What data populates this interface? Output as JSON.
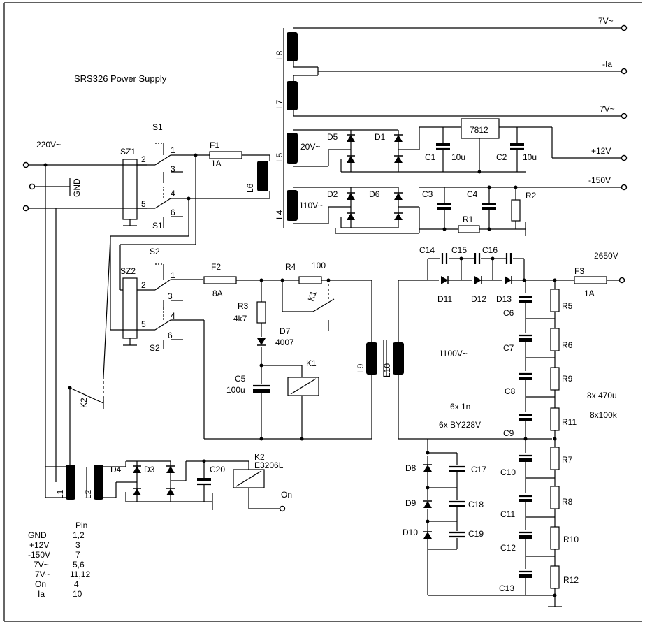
{
  "title": "SRS326 Power Supply",
  "mains": "220V~",
  "gnd": "GND",
  "outputs": {
    "v7a": "7V~",
    "ia": "-Ia",
    "v7b": "7V~",
    "p12": "+12V",
    "m150": "-150V",
    "hv": "2650V",
    "on": "On"
  },
  "switches": {
    "s1": "S1",
    "s2": "S2",
    "sz1": "SZ1",
    "sz2": "SZ2",
    "p1": "1",
    "p2": "2",
    "p3": "3",
    "p4": "4",
    "p5": "5",
    "p6": "6"
  },
  "fuses": {
    "f1": "F1",
    "f1v": "1A",
    "f2": "F2",
    "f2v": "8A",
    "f3": "F3",
    "f3v": "1A"
  },
  "inductors": {
    "l1": "L1",
    "l2": "L2",
    "l4": "L4",
    "l5": "L5",
    "l6": "L6",
    "l7": "L7",
    "l8": "L8",
    "l9": "L9",
    "l10": "L10"
  },
  "windings": {
    "w20": "20V~",
    "w110": "110V~",
    "w1100": "1100V~"
  },
  "semis": {
    "d1": "D1",
    "d2": "D2",
    "d3": "D3",
    "d4": "D4",
    "d5": "D5",
    "d6": "D6",
    "d7": "D7",
    "d7v": "4007",
    "d8": "D8",
    "d9": "D9",
    "d10": "D10",
    "d11": "D11",
    "d12": "D12",
    "d13": "D13",
    "reg": "7812"
  },
  "caps": {
    "c1": "C1",
    "c1v": "10u",
    "c2": "C2",
    "c2v": "10u",
    "c3": "C3",
    "c4": "C4",
    "c5": "C5",
    "c5v": "100u",
    "c6": "C6",
    "c7": "C7",
    "c8": "C8",
    "c9": "C9",
    "c10": "C10",
    "c11": "C11",
    "c12": "C12",
    "c13": "C13",
    "c14": "C14",
    "c15": "C15",
    "c16": "C16",
    "c17": "C17",
    "c18": "C18",
    "c19": "C19",
    "c20": "C20"
  },
  "resistors": {
    "r1": "R1",
    "r2": "R2",
    "r3": "R3",
    "r3v": "4k7",
    "r4": "R4",
    "r4v": "100",
    "r5": "R5",
    "r6": "R6",
    "r7": "R7",
    "r8": "R8",
    "r9": "R9",
    "r10": "R10",
    "r11": "R11",
    "r12": "R12"
  },
  "relays": {
    "k1": "K1",
    "k2": "K2",
    "k2type": "E3206L"
  },
  "notes": {
    "n1": "6x 1n",
    "n2": "6x BY228V",
    "n3": "8x 470u",
    "n4": "8x100k"
  },
  "pintable": {
    "header": "Pin",
    "rows": [
      {
        "signal": "GND",
        "pin": "1,2"
      },
      {
        "signal": "+12V",
        "pin": "3"
      },
      {
        "signal": "-150V",
        "pin": "7"
      },
      {
        "signal": "7V~",
        "pin": "5,6"
      },
      {
        "signal": "7V~",
        "pin": "11,12"
      },
      {
        "signal": "On",
        "pin": "4"
      },
      {
        "signal": "Ia",
        "pin": "10"
      }
    ]
  }
}
